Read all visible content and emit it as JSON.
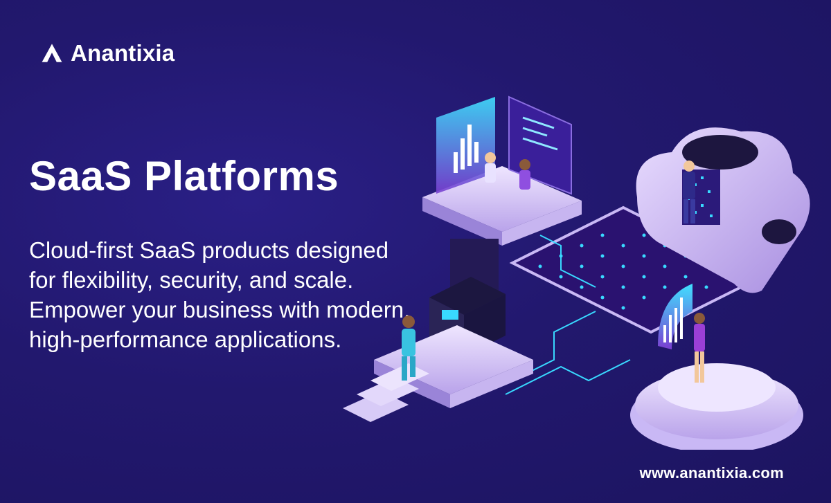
{
  "brand": {
    "name": "Anantixia",
    "logo_icon": "triangle-a-logo"
  },
  "hero": {
    "title": "SaaS Platforms",
    "description": "Cloud-first SaaS products designed for flexibility, security, and scale. Empower your business with modern, high-performance applications."
  },
  "footer": {
    "url": "www.anantixia.com"
  },
  "colors": {
    "background": "#22186e",
    "accent_cyan": "#39d9ff",
    "accent_lilac": "#c9b8f5",
    "platform_purple": "#7a3fd1"
  }
}
